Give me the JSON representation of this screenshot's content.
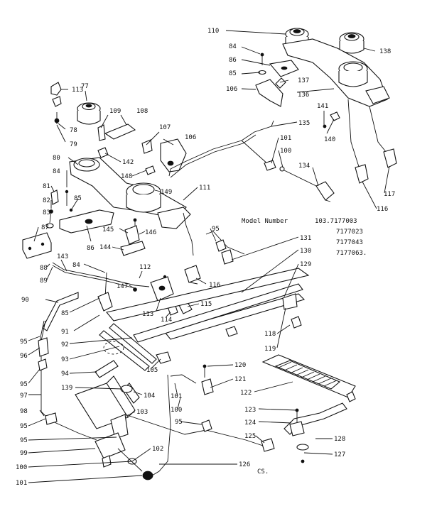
{
  "model": {
    "heading": "Model Number",
    "numbers": [
      "103.7177003",
      "7177023",
      "7177043",
      "7177063."
    ]
  },
  "footer": {
    "code": "CS."
  },
  "callouts": [
    {
      "id": "110",
      "t": "110"
    },
    {
      "id": "138",
      "t": "138"
    },
    {
      "id": "84a",
      "t": "84"
    },
    {
      "id": "86a",
      "t": "86"
    },
    {
      "id": "85a",
      "t": "85"
    },
    {
      "id": "137",
      "t": "137"
    },
    {
      "id": "106a",
      "t": "106"
    },
    {
      "id": "136",
      "t": "136"
    },
    {
      "id": "113a",
      "t": "113"
    },
    {
      "id": "77",
      "t": "77"
    },
    {
      "id": "109",
      "t": "109"
    },
    {
      "id": "108",
      "t": "108"
    },
    {
      "id": "78",
      "t": "78"
    },
    {
      "id": "79",
      "t": "79"
    },
    {
      "id": "107",
      "t": "107"
    },
    {
      "id": "106b",
      "t": "106"
    },
    {
      "id": "142",
      "t": "142"
    },
    {
      "id": "135",
      "t": "135"
    },
    {
      "id": "141",
      "t": "141"
    },
    {
      "id": "140",
      "t": "140"
    },
    {
      "id": "101a",
      "t": "101"
    },
    {
      "id": "100a",
      "t": "100"
    },
    {
      "id": "80",
      "t": "80"
    },
    {
      "id": "148",
      "t": "148"
    },
    {
      "id": "134",
      "t": "134"
    },
    {
      "id": "149",
      "t": "149"
    },
    {
      "id": "117",
      "t": "117"
    },
    {
      "id": "81",
      "t": "81"
    },
    {
      "id": "84b",
      "t": "84"
    },
    {
      "id": "111",
      "t": "111"
    },
    {
      "id": "82",
      "t": "82"
    },
    {
      "id": "85b",
      "t": "85"
    },
    {
      "id": "116a",
      "t": "116"
    },
    {
      "id": "83",
      "t": "83"
    },
    {
      "id": "87",
      "t": "87"
    },
    {
      "id": "145",
      "t": "145"
    },
    {
      "id": "146",
      "t": "146"
    },
    {
      "id": "86b",
      "t": "86"
    },
    {
      "id": "95a",
      "t": "95"
    },
    {
      "id": "131",
      "t": "131"
    },
    {
      "id": "144",
      "t": "144"
    },
    {
      "id": "130",
      "t": "130"
    },
    {
      "id": "143",
      "t": "143"
    },
    {
      "id": "88",
      "t": "88"
    },
    {
      "id": "84c",
      "t": "84"
    },
    {
      "id": "112",
      "t": "112"
    },
    {
      "id": "129",
      "t": "129"
    },
    {
      "id": "89",
      "t": "89"
    },
    {
      "id": "116b",
      "t": "116"
    },
    {
      "id": "147",
      "t": "147"
    },
    {
      "id": "90",
      "t": "90"
    },
    {
      "id": "115",
      "t": "115"
    },
    {
      "id": "85c",
      "t": "85"
    },
    {
      "id": "113b",
      "t": "113"
    },
    {
      "id": "114",
      "t": "114"
    },
    {
      "id": "91",
      "t": "91"
    },
    {
      "id": "118",
      "t": "118"
    },
    {
      "id": "95b",
      "t": "95"
    },
    {
      "id": "92",
      "t": "92"
    },
    {
      "id": "119",
      "t": "119"
    },
    {
      "id": "96",
      "t": "96"
    },
    {
      "id": "93",
      "t": "93"
    },
    {
      "id": "105",
      "t": "105"
    },
    {
      "id": "120",
      "t": "120"
    },
    {
      "id": "94",
      "t": "94"
    },
    {
      "id": "95c",
      "t": "95"
    },
    {
      "id": "121",
      "t": "121"
    },
    {
      "id": "122",
      "t": "122"
    },
    {
      "id": "139",
      "t": "139"
    },
    {
      "id": "97",
      "t": "97"
    },
    {
      "id": "104",
      "t": "104"
    },
    {
      "id": "101b",
      "t": "101"
    },
    {
      "id": "98",
      "t": "98"
    },
    {
      "id": "103",
      "t": "103"
    },
    {
      "id": "100b",
      "t": "100"
    },
    {
      "id": "123",
      "t": "123"
    },
    {
      "id": "95d",
      "t": "95"
    },
    {
      "id": "124",
      "t": "124"
    },
    {
      "id": "95e",
      "t": "95"
    },
    {
      "id": "95f",
      "t": "95"
    },
    {
      "id": "125",
      "t": "125"
    },
    {
      "id": "128",
      "t": "128"
    },
    {
      "id": "102",
      "t": "102"
    },
    {
      "id": "99",
      "t": "99"
    },
    {
      "id": "127",
      "t": "127"
    },
    {
      "id": "126",
      "t": "126"
    },
    {
      "id": "100c",
      "t": "100"
    },
    {
      "id": "101c",
      "t": "101"
    }
  ]
}
